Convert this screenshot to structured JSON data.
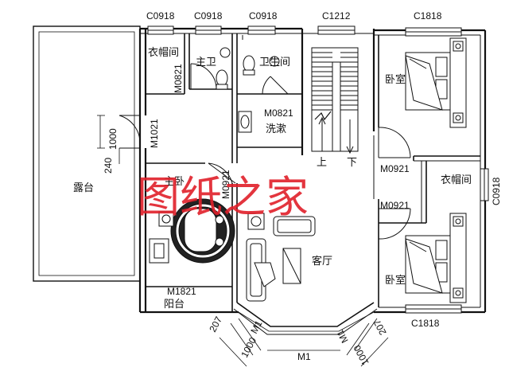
{
  "windows_top": {
    "w1": "C0918",
    "w2": "C0918",
    "w3": "C0918",
    "w4": "C1212",
    "w5": "C1818"
  },
  "windows_right": {
    "w6": "C0918",
    "w7": "C1818"
  },
  "rooms": {
    "cloakroom_left": "衣帽间",
    "master_bath": "主卫",
    "bathroom": "卫生间",
    "washroom": "洗漱",
    "bedroom_top": "卧室",
    "bedroom_bottom": "卧室",
    "cloakroom_right": "衣帽间",
    "terrace": "露台",
    "master_bedroom": "主卧",
    "living_room": "客厅",
    "balcony": "阳台"
  },
  "doors": {
    "d1": "M0821",
    "d2": "M0821",
    "d3": "M1021",
    "d4": "M0921",
    "d5": "M0921",
    "d6": "M0921",
    "d7": "M1821",
    "d8": "M1",
    "d9": "M1",
    "d10": "M1"
  },
  "stairs": {
    "up": "上",
    "down": "下"
  },
  "dimensions": {
    "door_width": "1000",
    "wall_offset": "240",
    "bay_left_offset": "207",
    "bay_left_width": "1000",
    "bay_right_offset": "207",
    "bay_right_width": "1000"
  },
  "watermark": "图纸之家"
}
